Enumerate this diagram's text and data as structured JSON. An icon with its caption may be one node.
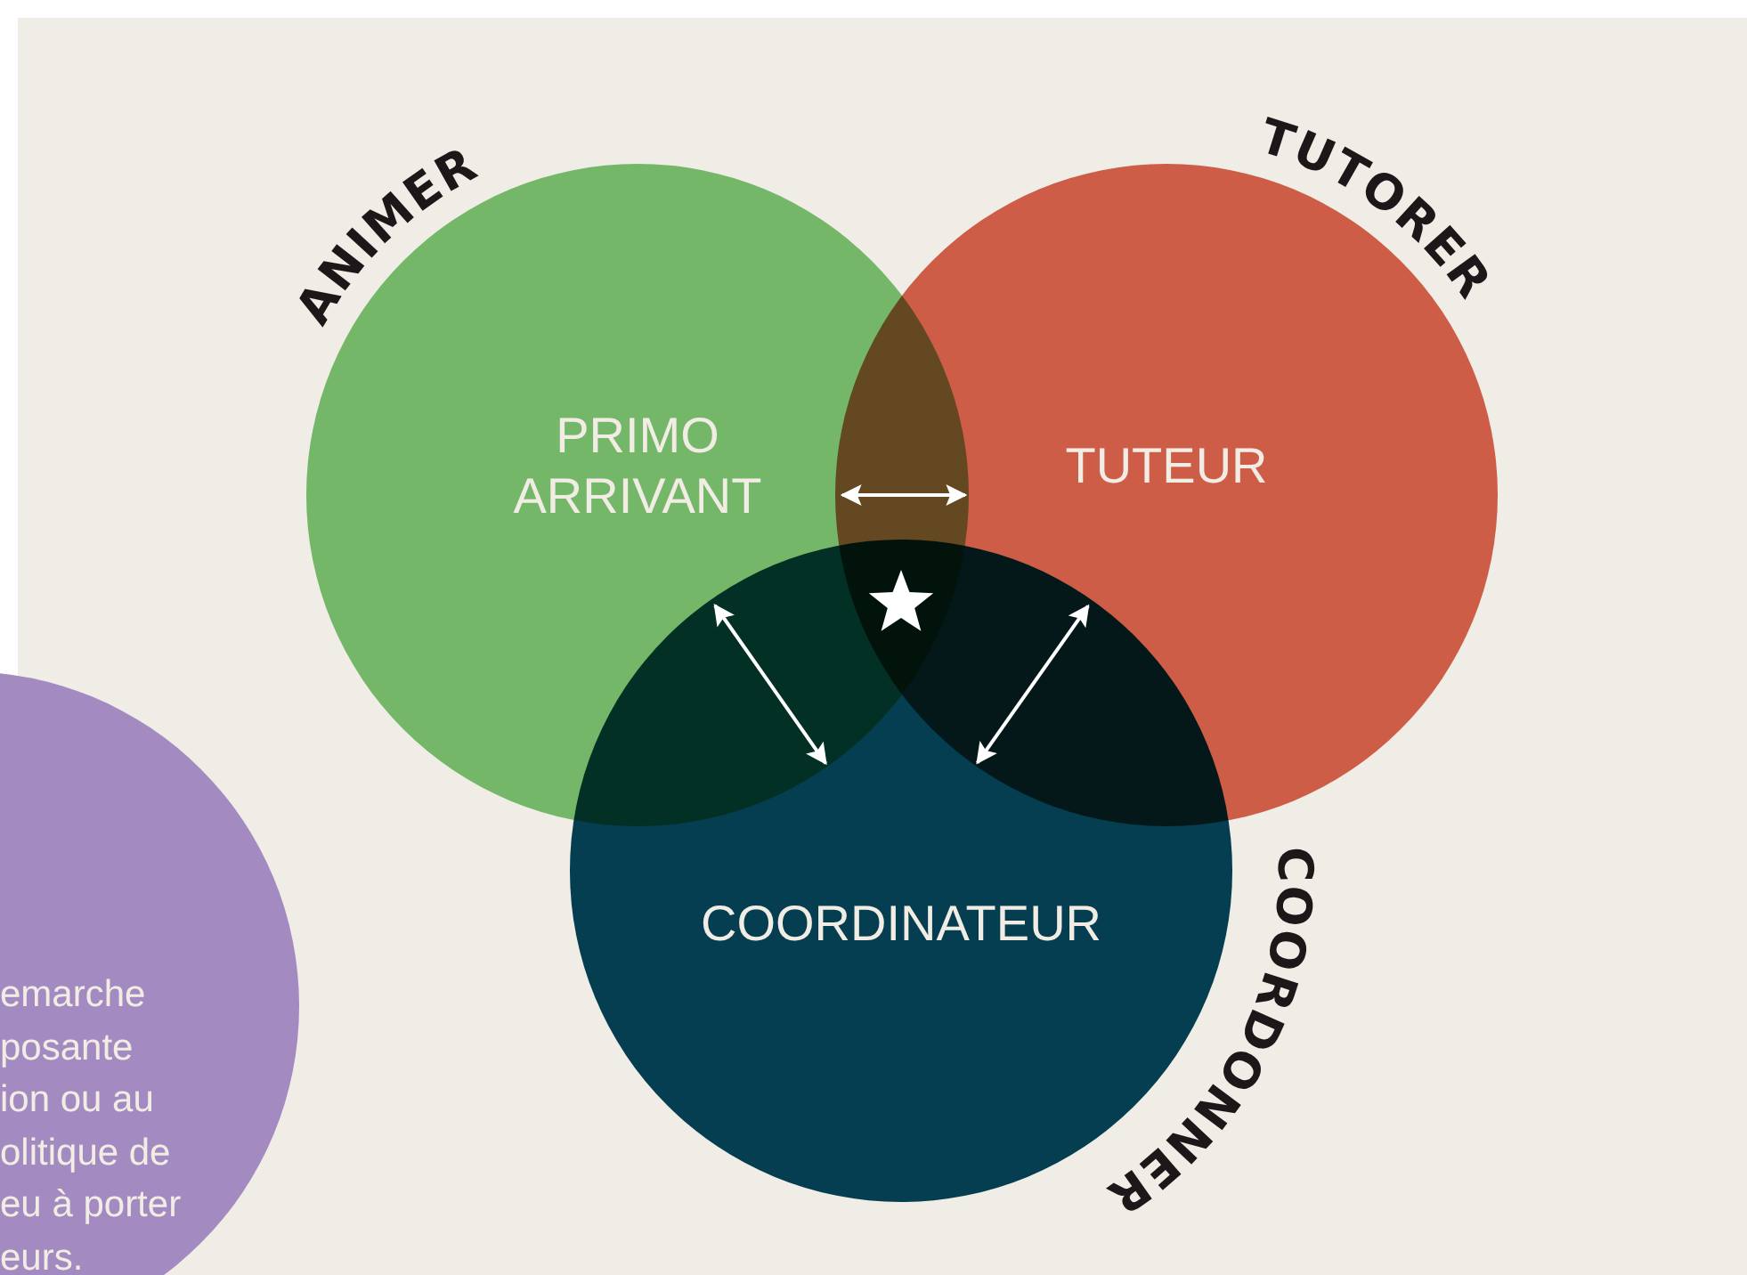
{
  "diagram": {
    "nodes": [
      {
        "text": [
          "PRIMO ARRIVANT"
        ],
        "beside": [
          "ANIMER"
        ]
      },
      {
        "text": [
          "TUTEUR"
        ],
        "beside": [
          "TUTORER"
        ]
      },
      {
        "text": [
          "COORDINATEUR"
        ],
        "beside": [
          "COORDONNER"
        ]
      },
      {
        "text": [],
        "shape": "circle"
      }
    ],
    "labels": [
      "emarche",
      "posante",
      "ion ou au",
      "olitique de",
      "eu à porter",
      "eurs."
    ],
    "edges": [
      {
        "from": 0,
        "to": 1,
        "arrow": "both"
      },
      {
        "from": 0,
        "to": 2,
        "arrow": "both"
      },
      {
        "from": 1,
        "to": 2,
        "arrow": "both"
      }
    ]
  }
}
